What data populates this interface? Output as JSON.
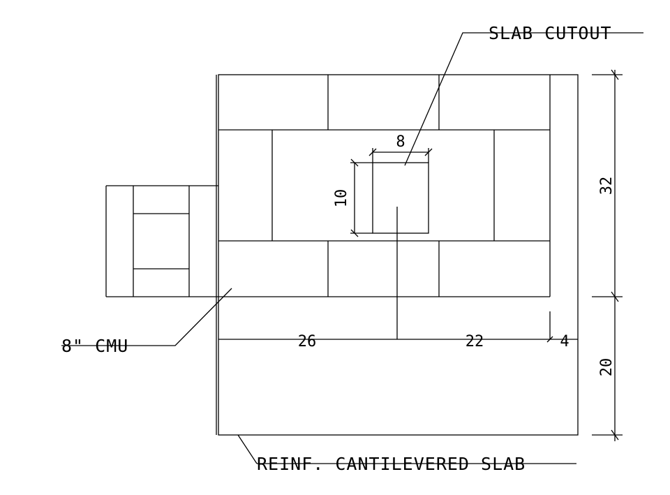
{
  "labels": {
    "slab_cutout": "SLAB CUTOUT",
    "cmu": "8\" CMU",
    "cantilevered_slab": "REINF. CANTILEVERED SLAB"
  },
  "dimensions": {
    "cutout_width": "8",
    "cutout_height": "10",
    "left_span": "26",
    "right_span": "22",
    "edge_offset": "4",
    "upper_depth": "32",
    "slab_depth": "20"
  },
  "colors": {
    "line": "#000000",
    "background": "#ffffff"
  }
}
